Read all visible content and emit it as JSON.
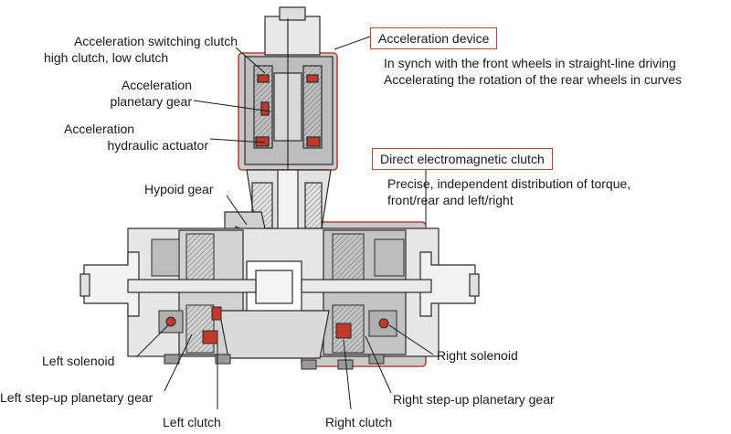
{
  "labels": {
    "accel_switch_line1": "Acceleration switching clutch",
    "accel_switch_line2": "high clutch, low clutch",
    "accel_planetary_line1": "Acceleration",
    "accel_planetary_line2": "planetary gear",
    "accel_hydraulic_line1": "Acceleration",
    "accel_hydraulic_line2": "hydraulic actuator",
    "hypoid_gear": "Hypoid gear",
    "left_solenoid": "Left solenoid",
    "left_stepup": "Left step-up planetary gear",
    "left_clutch": "Left clutch",
    "right_clutch": "Right clutch",
    "right_stepup": "Right step-up planetary gear",
    "right_solenoid": "Right solenoid"
  },
  "callouts": {
    "acceleration_device": {
      "title": "Acceleration device",
      "line1": "In synch with the front wheels in straight-line driving",
      "line2": "Accelerating the rotation of the rear wheels in curves"
    },
    "direct_clutch": {
      "title": "Direct electromagnetic clutch",
      "line1": "Precise, independent distribution of torque,",
      "line2": "front/rear and left/right"
    }
  },
  "colors": {
    "highlight": "#b5443a",
    "highlight_fill": "#c9c9c9",
    "metal_dark": "#3a3a3a",
    "metal_mid": "#8a8a8a",
    "metal_light": "#e4e4e4",
    "accent_red": "#c0392b"
  }
}
